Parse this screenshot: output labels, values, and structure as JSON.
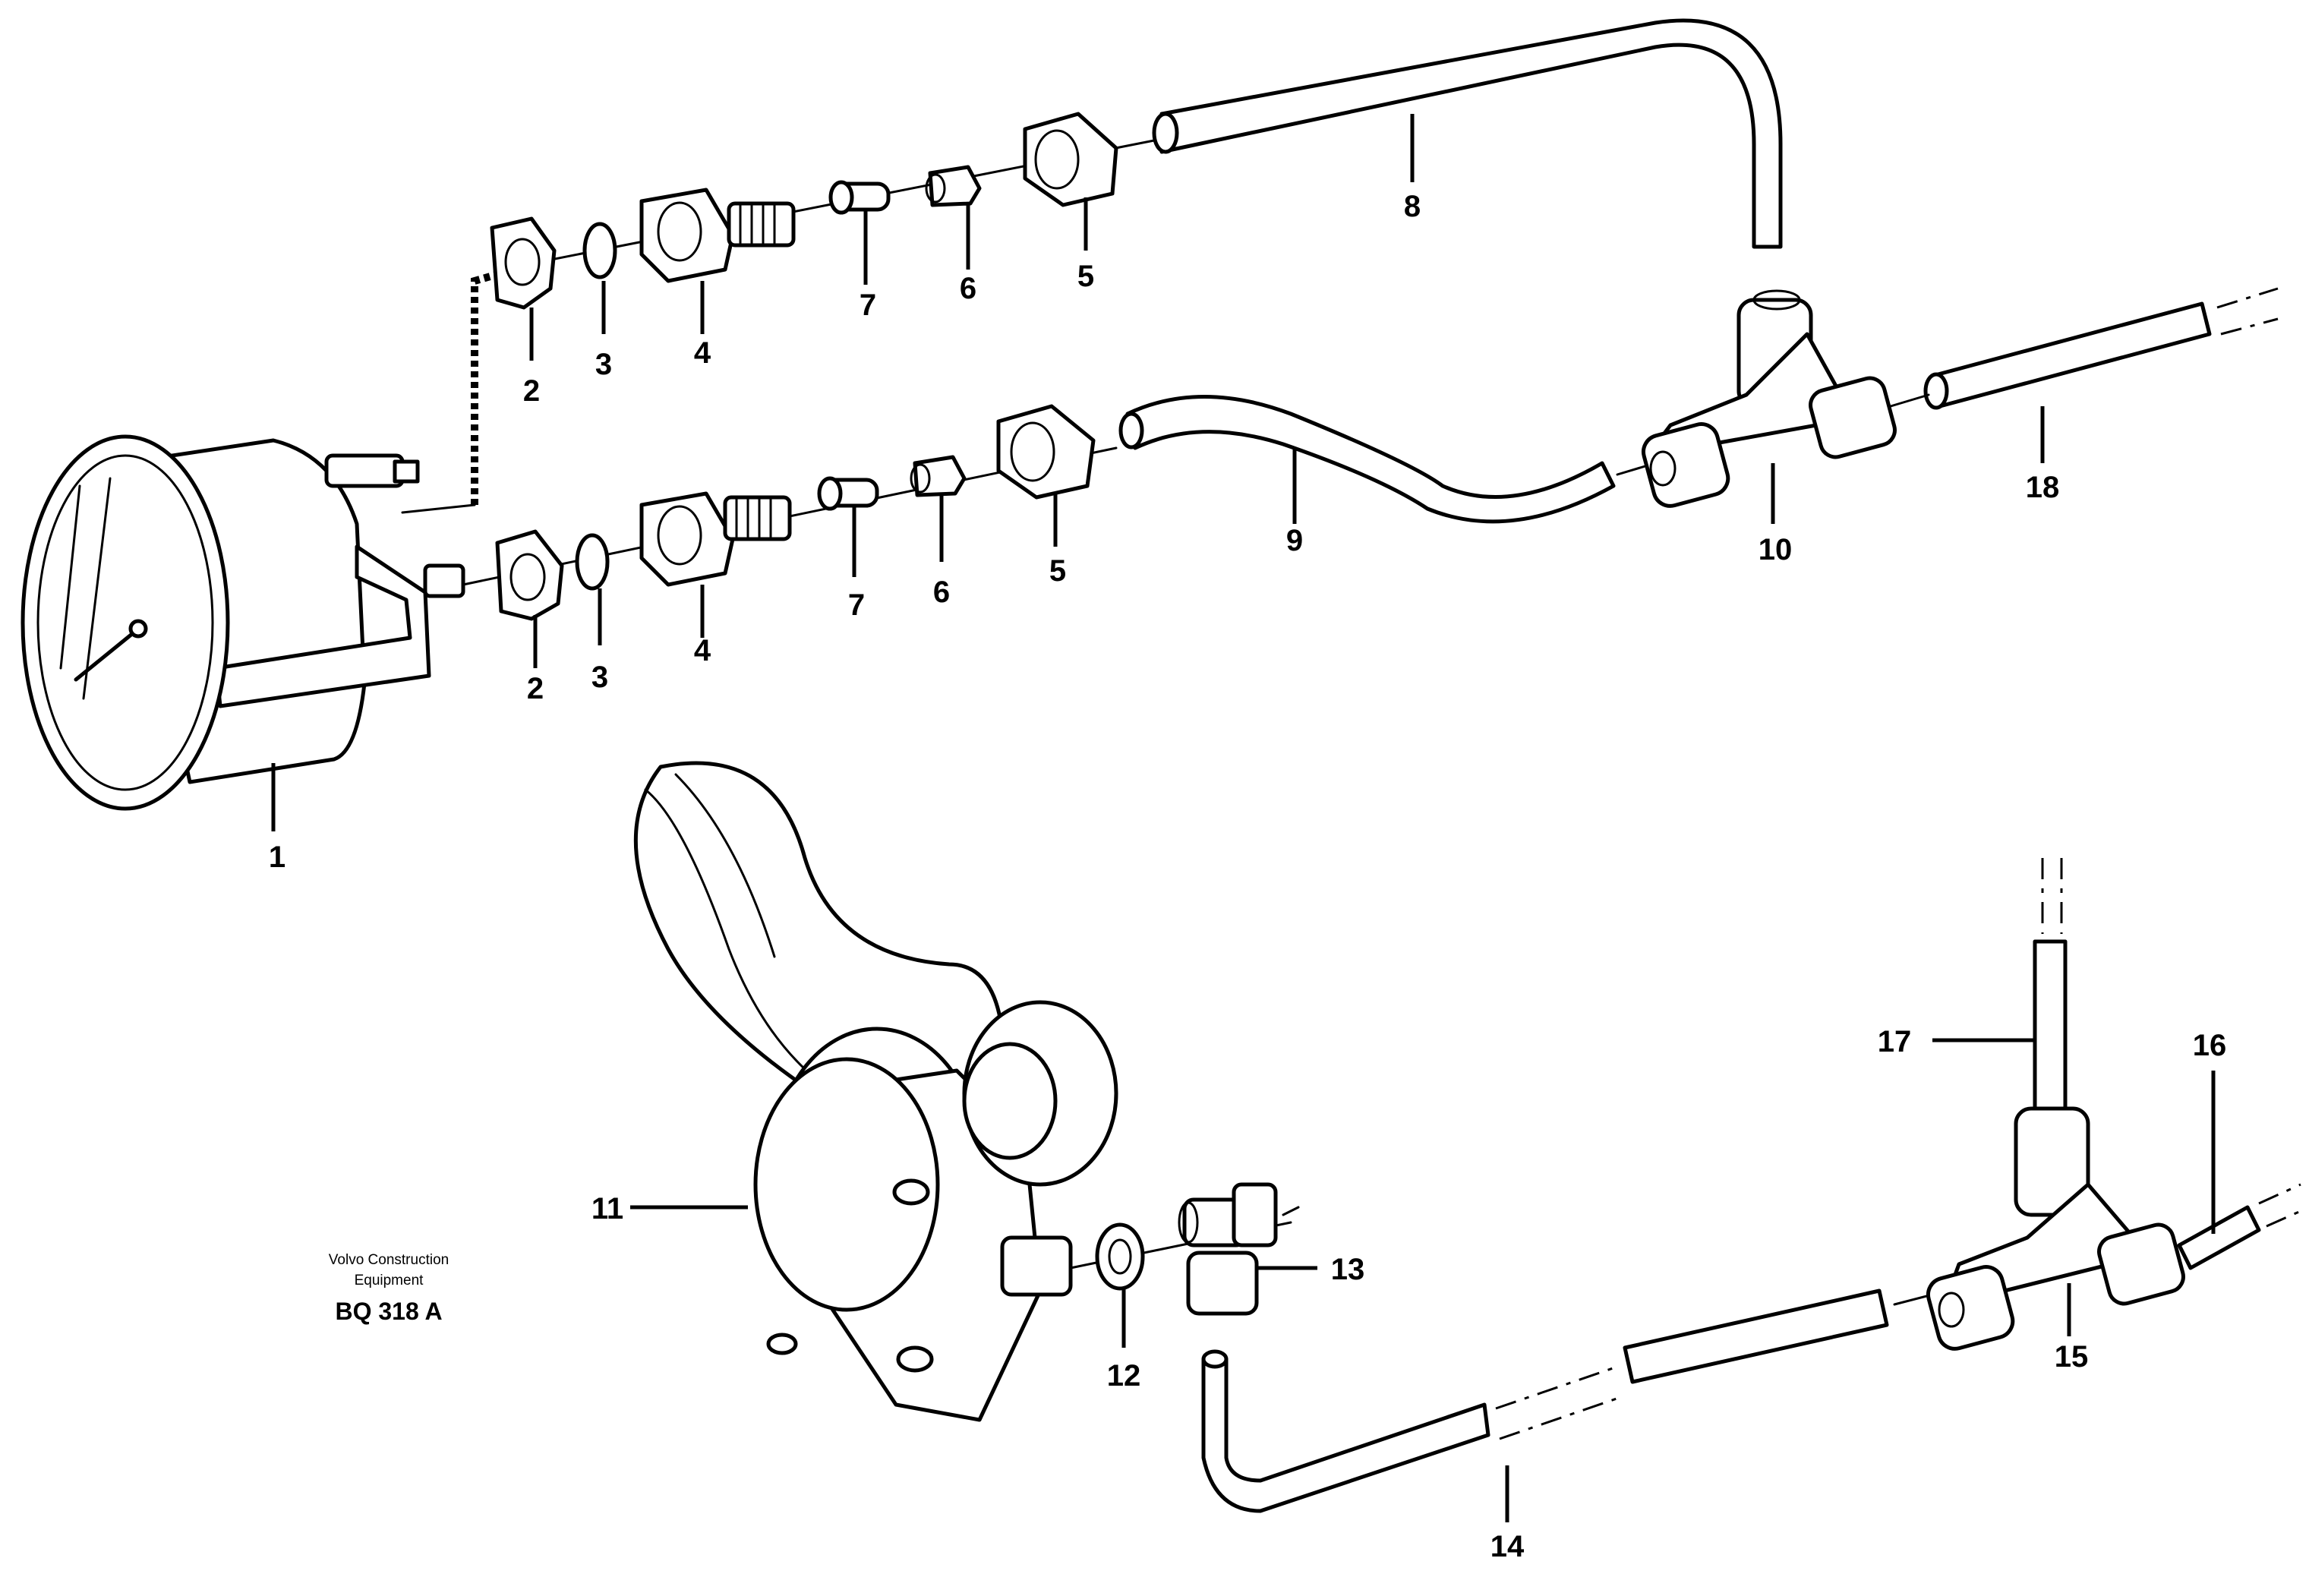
{
  "diagram": {
    "brand_line_1": "Volvo Construction",
    "brand_line_2": "Equipment",
    "drawing_code": "BQ 318 A",
    "callouts": {
      "c1": "1",
      "c2a": "2",
      "c3a": "3",
      "c4a": "4",
      "c7a": "7",
      "c6a": "6",
      "c5a": "5",
      "c8": "8",
      "c2b": "2",
      "c3b": "3",
      "c4b": "4",
      "c7b": "7",
      "c6b": "6",
      "c5b": "5",
      "c9": "9",
      "c10": "10",
      "c18": "18",
      "c11": "11",
      "c12": "12",
      "c13": "13",
      "c14": "14",
      "c15": "15",
      "c16": "16",
      "c17": "17"
    }
  }
}
